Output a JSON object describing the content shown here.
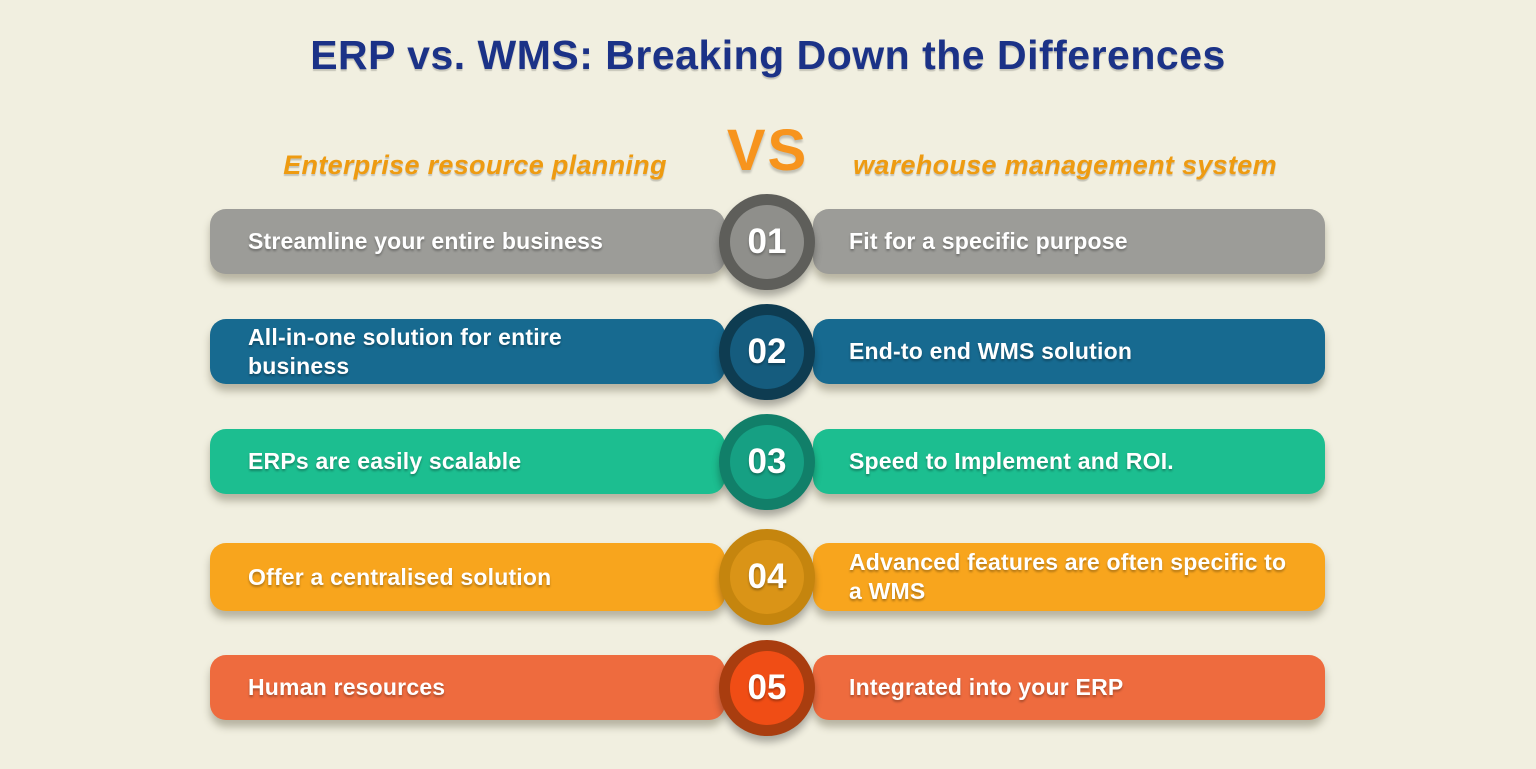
{
  "page": {
    "title": "ERP vs. WMS: Breaking Down the Differences",
    "background_color": "#f1efe0",
    "title_color": "#1b3287",
    "accent_orange": "#f7941d"
  },
  "header": {
    "left_label": "Enterprise resource planning",
    "vs_label": "VS",
    "right_label": "warehouse management system",
    "header_color": "#ee9b11"
  },
  "rows": [
    {
      "number": "01",
      "left": "Streamline your entire business",
      "right": "Fit for a specific purpose",
      "colors": {
        "bar": "#9c9c98",
        "ring": "#5e5e5a",
        "inner": "#8f8f8b"
      }
    },
    {
      "number": "02",
      "left": "All-in-one solution for entire business",
      "right": "End-to end WMS solution",
      "colors": {
        "bar": "#176a90",
        "ring": "#0e3c51",
        "inner": "#155c7e"
      }
    },
    {
      "number": "03",
      "left": "ERPs are easily scalable",
      "right": "Speed to Implement and ROI.",
      "colors": {
        "bar": "#1cbe90",
        "ring": "#117f69",
        "inner": "#16a083"
      }
    },
    {
      "number": "04",
      "left": "Offer a centralised solution",
      "right": "Advanced features are often specific to a WMS",
      "colors": {
        "bar": "#f8a51d",
        "ring": "#c5850e",
        "inner": "#da9417"
      }
    },
    {
      "number": "05",
      "left": "Human resources",
      "right": "Integrated into your ERP",
      "colors": {
        "bar": "#ee6b3e",
        "ring": "#a93d0f",
        "inner": "#f04d15"
      }
    }
  ]
}
